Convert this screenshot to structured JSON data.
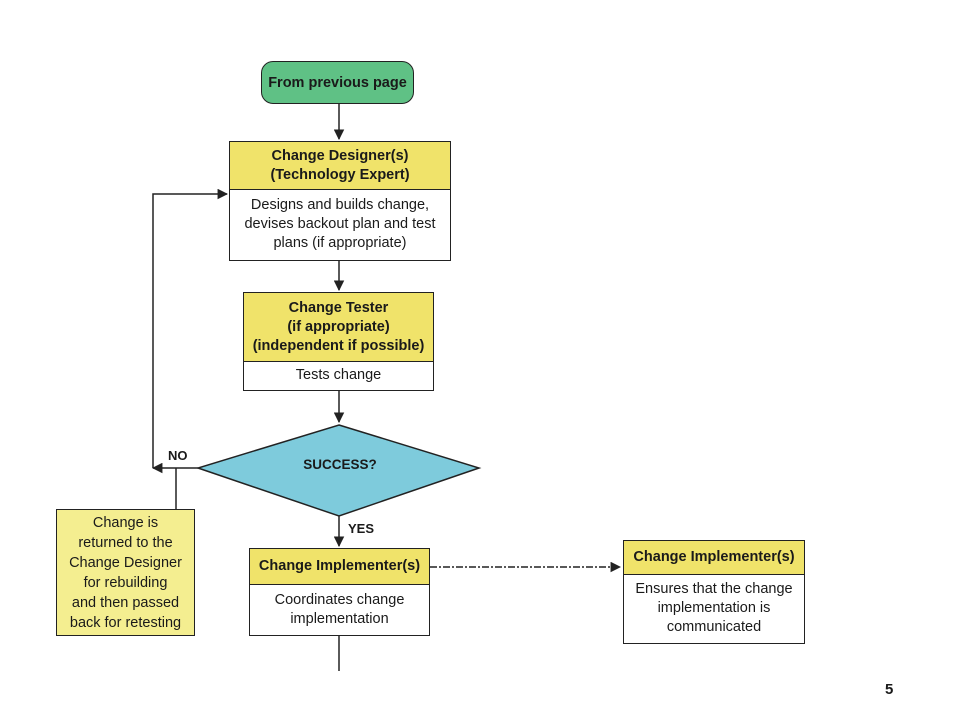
{
  "start": {
    "label": "From previous page"
  },
  "designer": {
    "title": "Change Designer(s)\n(Technology Expert)",
    "description": "Designs and builds change,\ndevises backout plan and test\nplans (if appropriate)"
  },
  "tester": {
    "title": "Change Tester\n(if appropriate)\n(independent if possible)",
    "description": "Tests change"
  },
  "decision": {
    "label": "SUCCESS?",
    "no_label": "NO",
    "yes_label": "YES"
  },
  "returned_note": "Change is\nreturned to the\nChange Designer\nfor rebuilding\nand then passed\nback for retesting",
  "implementer": {
    "title": "Change Implementer(s)",
    "description": "Coordinates change\nimplementation"
  },
  "implementer_comm": {
    "title": "Change Implementer(s)",
    "description": "Ensures that the change\nimplementation is\ncommunicated"
  },
  "page_number": "5",
  "colors": {
    "start_fill": "#5fc185",
    "header_fill": "#f0e36a",
    "note_fill": "#f4ee90",
    "diamond_fill": "#7ecbdc",
    "line": "#222222"
  }
}
